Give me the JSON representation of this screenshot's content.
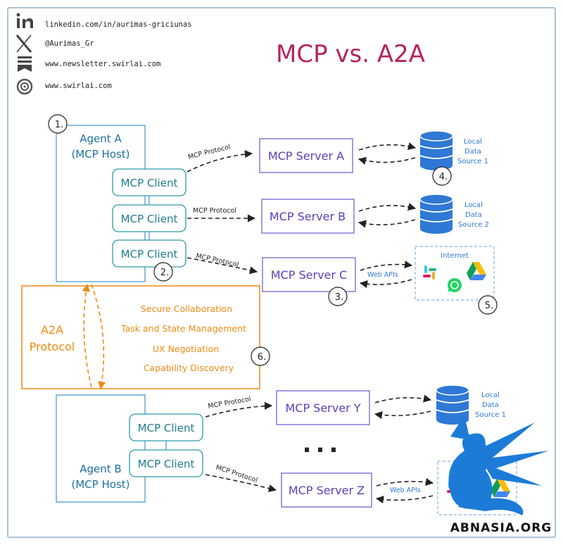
{
  "header": {
    "title": "MCP vs. A2A",
    "socials": [
      {
        "icon": "linkedin-icon",
        "text": "linkedin.com/in/aurimas-griciunas"
      },
      {
        "icon": "x-icon",
        "text": "@Aurimas_Gr"
      },
      {
        "icon": "newsletter-icon",
        "text": "www.newsletter.swirlai.com"
      },
      {
        "icon": "swirlai-icon",
        "text": "www.swirlai.com"
      }
    ]
  },
  "colors": {
    "title": "#b5245e",
    "agent": "#1f6fa3",
    "server": "#5a3fb8",
    "a2a": "#ef8a12",
    "datasource": "#2f78d6",
    "dashed_box": "#7fb3e3"
  },
  "agent_a": {
    "line1": "Agent A",
    "line2": "(MCP Host)",
    "clients": [
      "MCP Client",
      "MCP Client",
      "MCP Client"
    ]
  },
  "agent_b": {
    "line1": "Agent B",
    "line2": "(MCP Host)",
    "clients": [
      "MCP Client",
      "MCP Client"
    ]
  },
  "servers": {
    "a": "MCP Server A",
    "b": "MCP Server B",
    "c": "MCP Server C",
    "y": "MCP Server Y",
    "z": "MCP Server Z"
  },
  "protocol_labels": {
    "mcp": "MCP Protocol",
    "web_apis": "Web APIs"
  },
  "data_sources": {
    "a": [
      "Local",
      "Data",
      "Source 1"
    ],
    "b": [
      "Local",
      "Data",
      "Source 2"
    ],
    "y": [
      "Local",
      "Data",
      "Source 1"
    ]
  },
  "internet": {
    "label": "Internet",
    "icons": [
      "slack-icon",
      "google-drive-icon",
      "whatsapp-icon"
    ]
  },
  "a2a": {
    "label_line1": "A2A",
    "label_line2": "Protocol",
    "features": [
      "Secure Collaboration",
      "Task and State Management",
      "UX Negotiation",
      "Capability Discovery"
    ]
  },
  "markers": [
    "1.",
    "2.",
    "3.",
    "4.",
    "5.",
    "6."
  ],
  "ellipsis": "...",
  "watermark": "ABNASIA.ORG"
}
